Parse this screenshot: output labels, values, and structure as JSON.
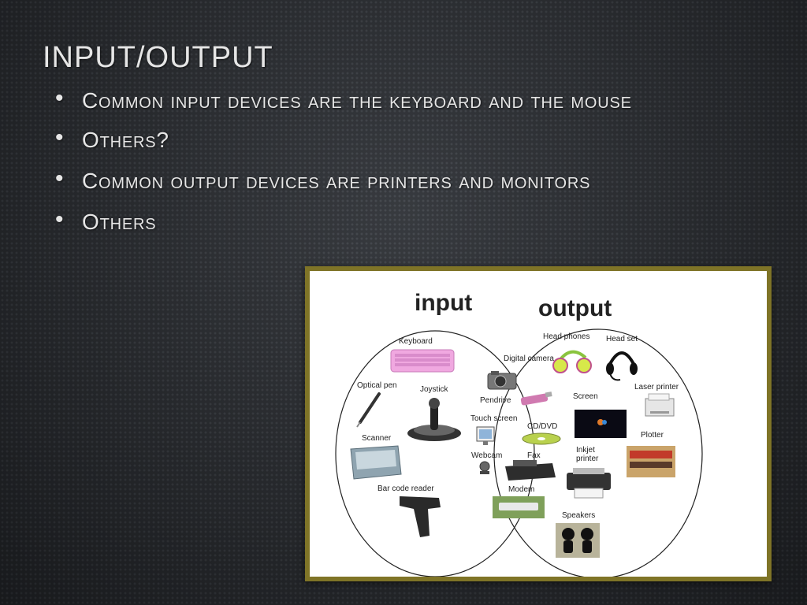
{
  "slide": {
    "title": "INPUT/OUTPUT",
    "bullets": [
      {
        "text": "Common input devices are the keyboard and the mouse"
      },
      {
        "text": "Others?"
      },
      {
        "text": "Common output devices are printers and monitors"
      },
      {
        "text": "Others"
      }
    ]
  },
  "diagram": {
    "left_heading": "input",
    "right_heading": "output",
    "input_devices": [
      "Keyboard",
      "Optical pen",
      "Joystick",
      "Scanner",
      "Bar code reader"
    ],
    "shared_devices": [
      "Digital camera",
      "Pendrive",
      "Touch screen",
      "CD/DVD",
      "Webcam",
      "Fax",
      "Modem"
    ],
    "output_devices": [
      "Head phones",
      "Head set",
      "Screen",
      "Laser printer",
      "Plotter",
      "Inkjet printer",
      "Speakers"
    ]
  },
  "colors": {
    "frame": "#7f7427",
    "heading": "#111111",
    "circle": "#222222",
    "keyboard": "#f0a8e0"
  }
}
